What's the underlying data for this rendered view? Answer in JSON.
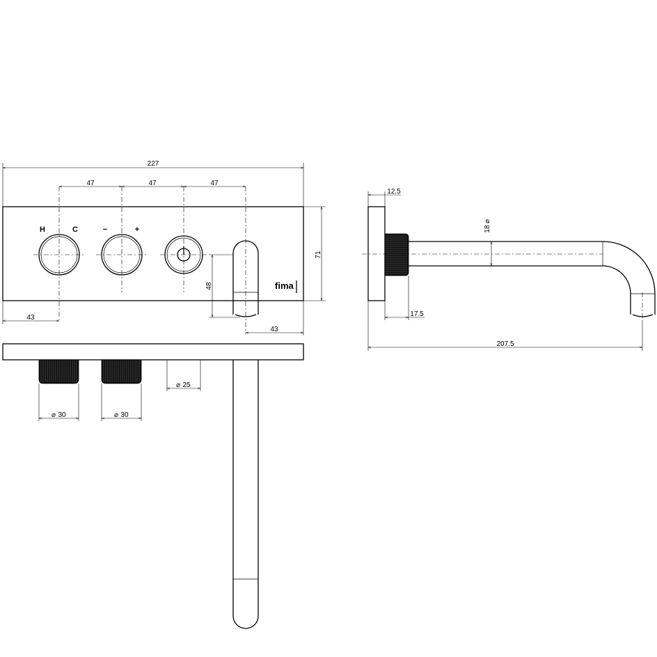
{
  "front_view": {
    "knob_labels": [
      "H",
      "C",
      "−",
      "+"
    ],
    "brand": "fima",
    "dimensions": {
      "overall_width": "227",
      "spacing_1": "47",
      "spacing_2": "47",
      "spacing_3": "47",
      "height": "71",
      "left_offset": "43",
      "right_offset": "43",
      "spout_height": "48"
    }
  },
  "top_view": {
    "dimensions": {
      "knob1_diameter": "30",
      "knob2_diameter": "30",
      "button_diameter": "25"
    }
  },
  "side_view": {
    "dimensions": {
      "plate_thickness": "12.5",
      "pipe_diameter": "18",
      "knob_depth": "17.5",
      "projection": "207.5"
    }
  },
  "symbols": {
    "diameter": "⌀"
  }
}
